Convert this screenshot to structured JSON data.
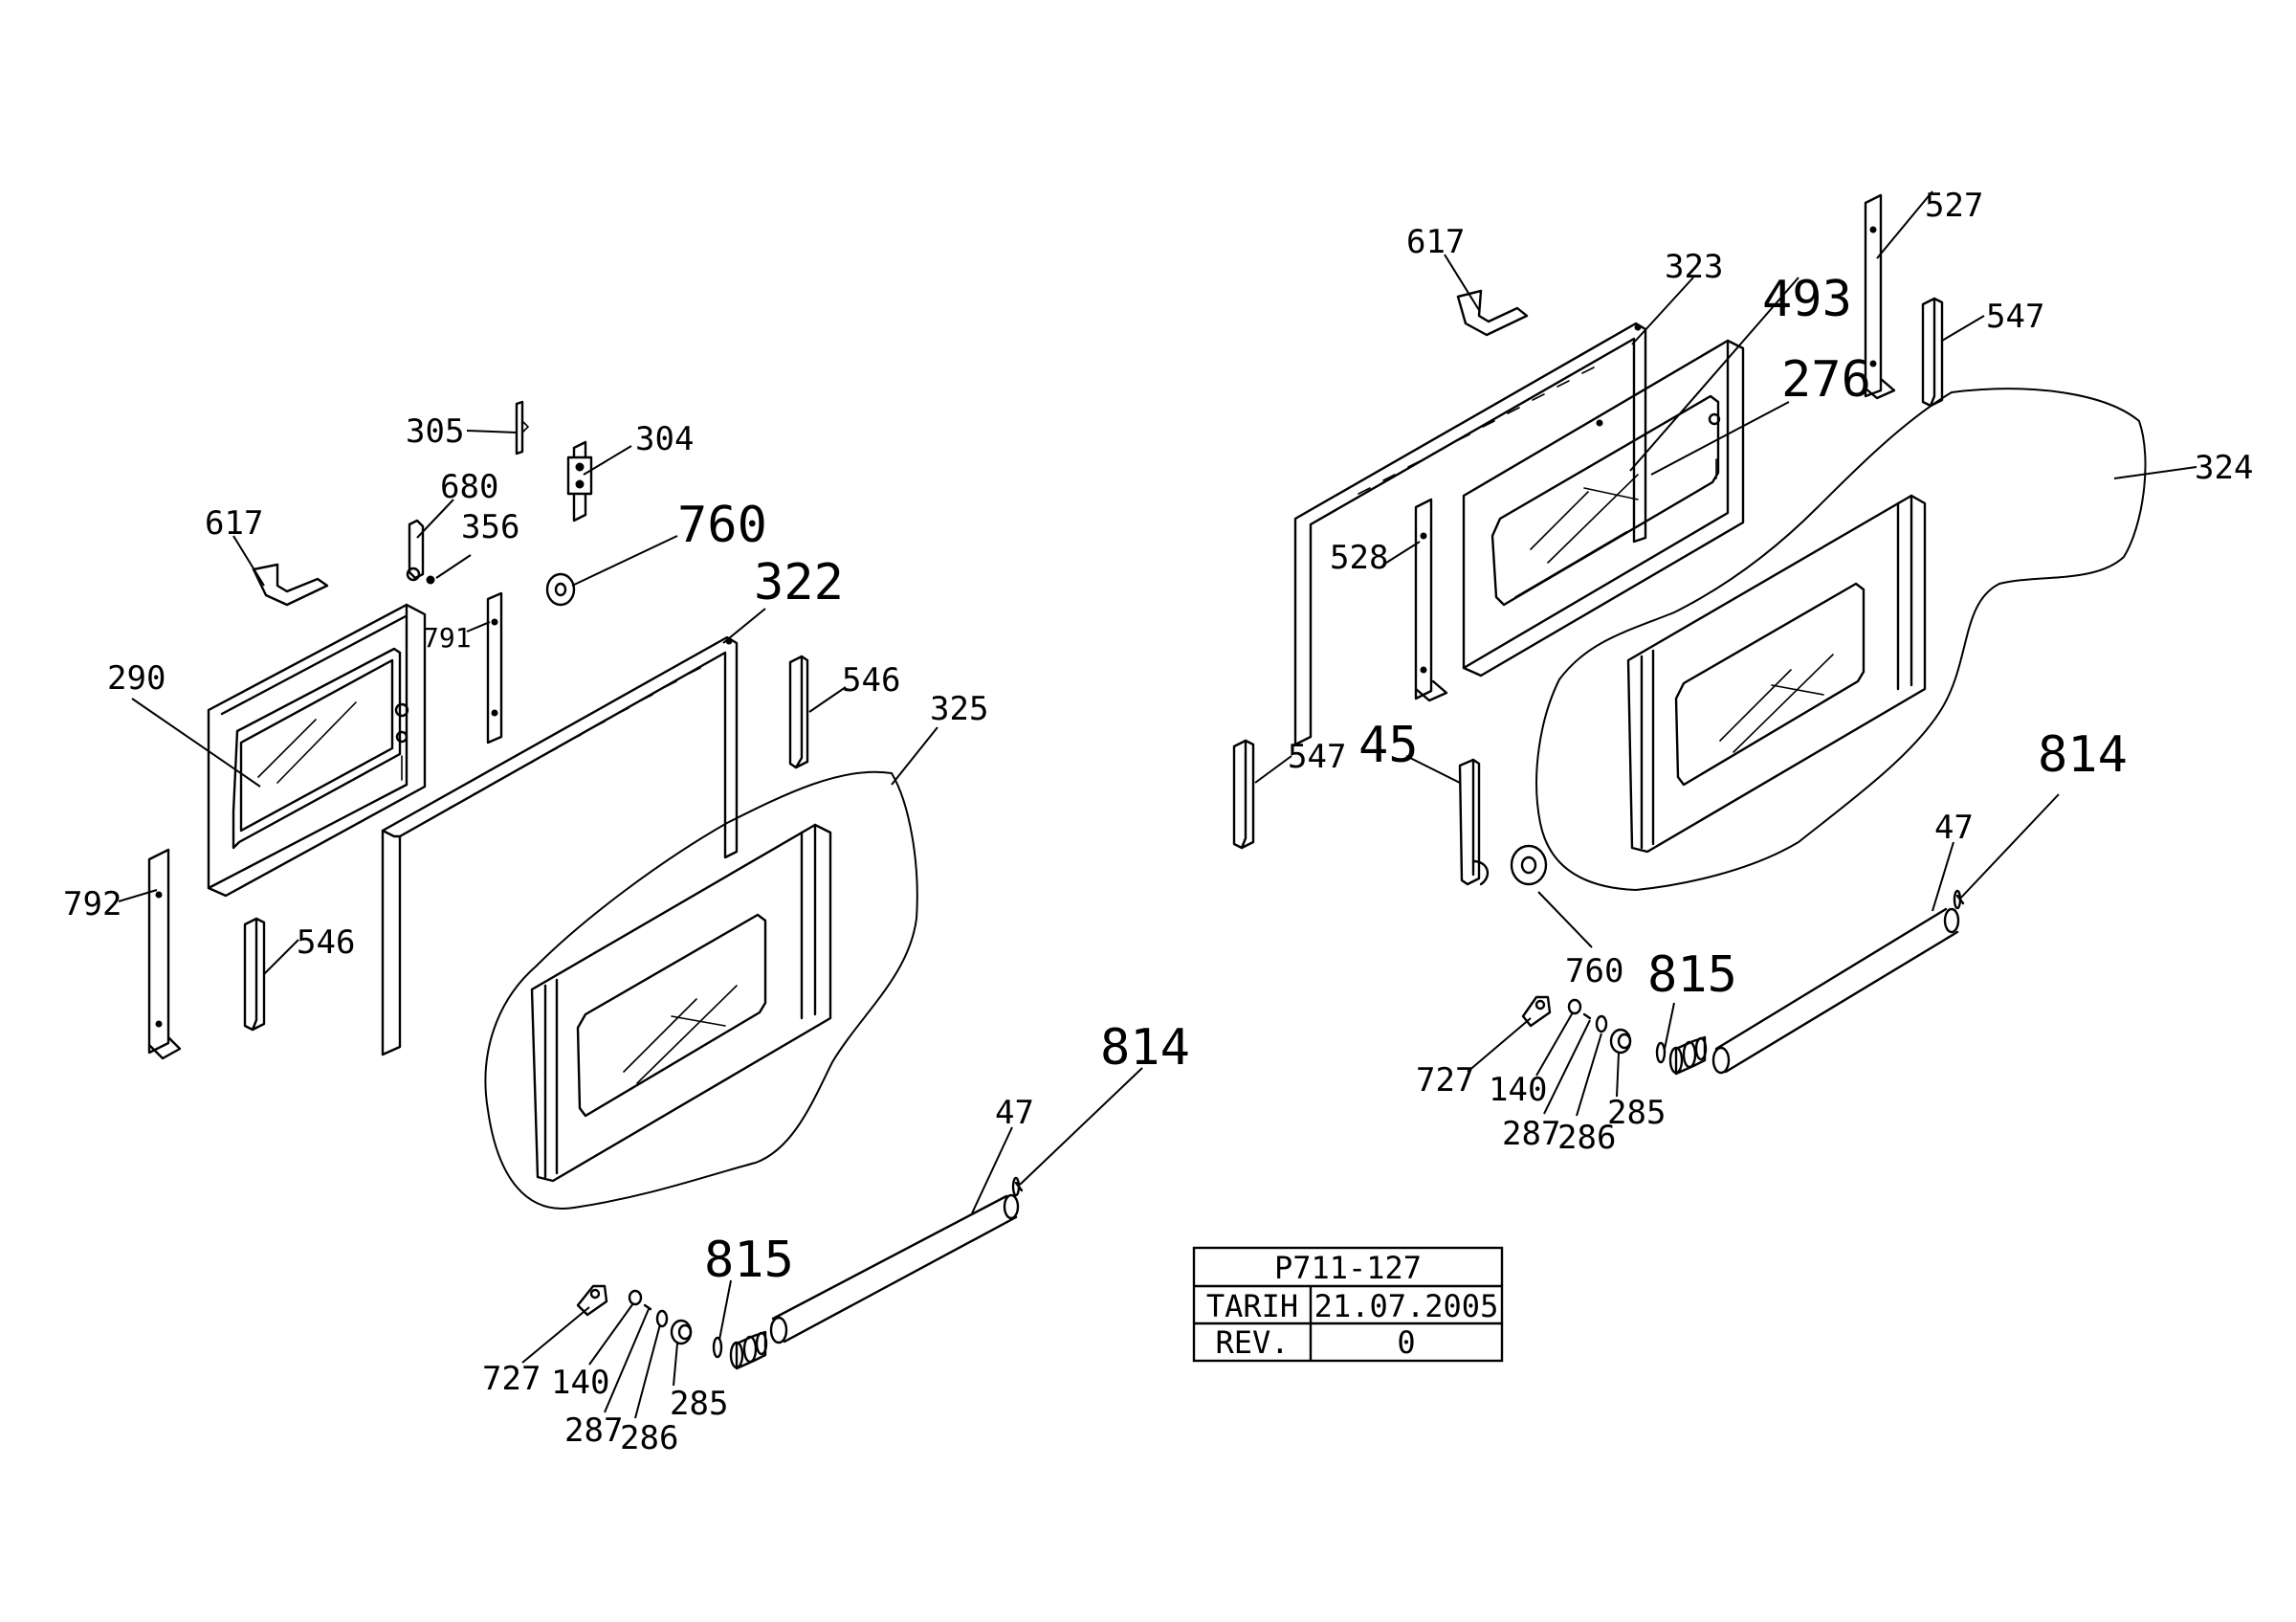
{
  "drawing_number": "P711-127",
  "title_block": {
    "date_label": "TARIH",
    "date_value": "21.07.2005",
    "rev_label": "REV.",
    "rev_value": "0"
  },
  "left_assembly_labels": {
    "l617": "617",
    "l305": "305",
    "l304": "304",
    "l680": "680",
    "l356": "356",
    "l760": "760",
    "l322": "322",
    "l791": "791",
    "l290": "290",
    "l546a": "546",
    "l325": "325",
    "l792": "792",
    "l546b": "546",
    "l47": "47",
    "l814": "814",
    "l815": "815",
    "l727": "727",
    "l140": "140",
    "l287": "287",
    "l286": "286",
    "l285": "285"
  },
  "right_assembly_labels": {
    "r617": "617",
    "r323": "323",
    "r493": "493",
    "r527": "527",
    "r547a": "547",
    "r276": "276",
    "r324": "324",
    "r528": "528",
    "r547b": "547",
    "r45": "45",
    "r814": "814",
    "r47": "47",
    "r760": "760",
    "r815": "815",
    "r727": "727",
    "r140": "140",
    "r287": "287",
    "r286": "286",
    "r285": "285"
  }
}
